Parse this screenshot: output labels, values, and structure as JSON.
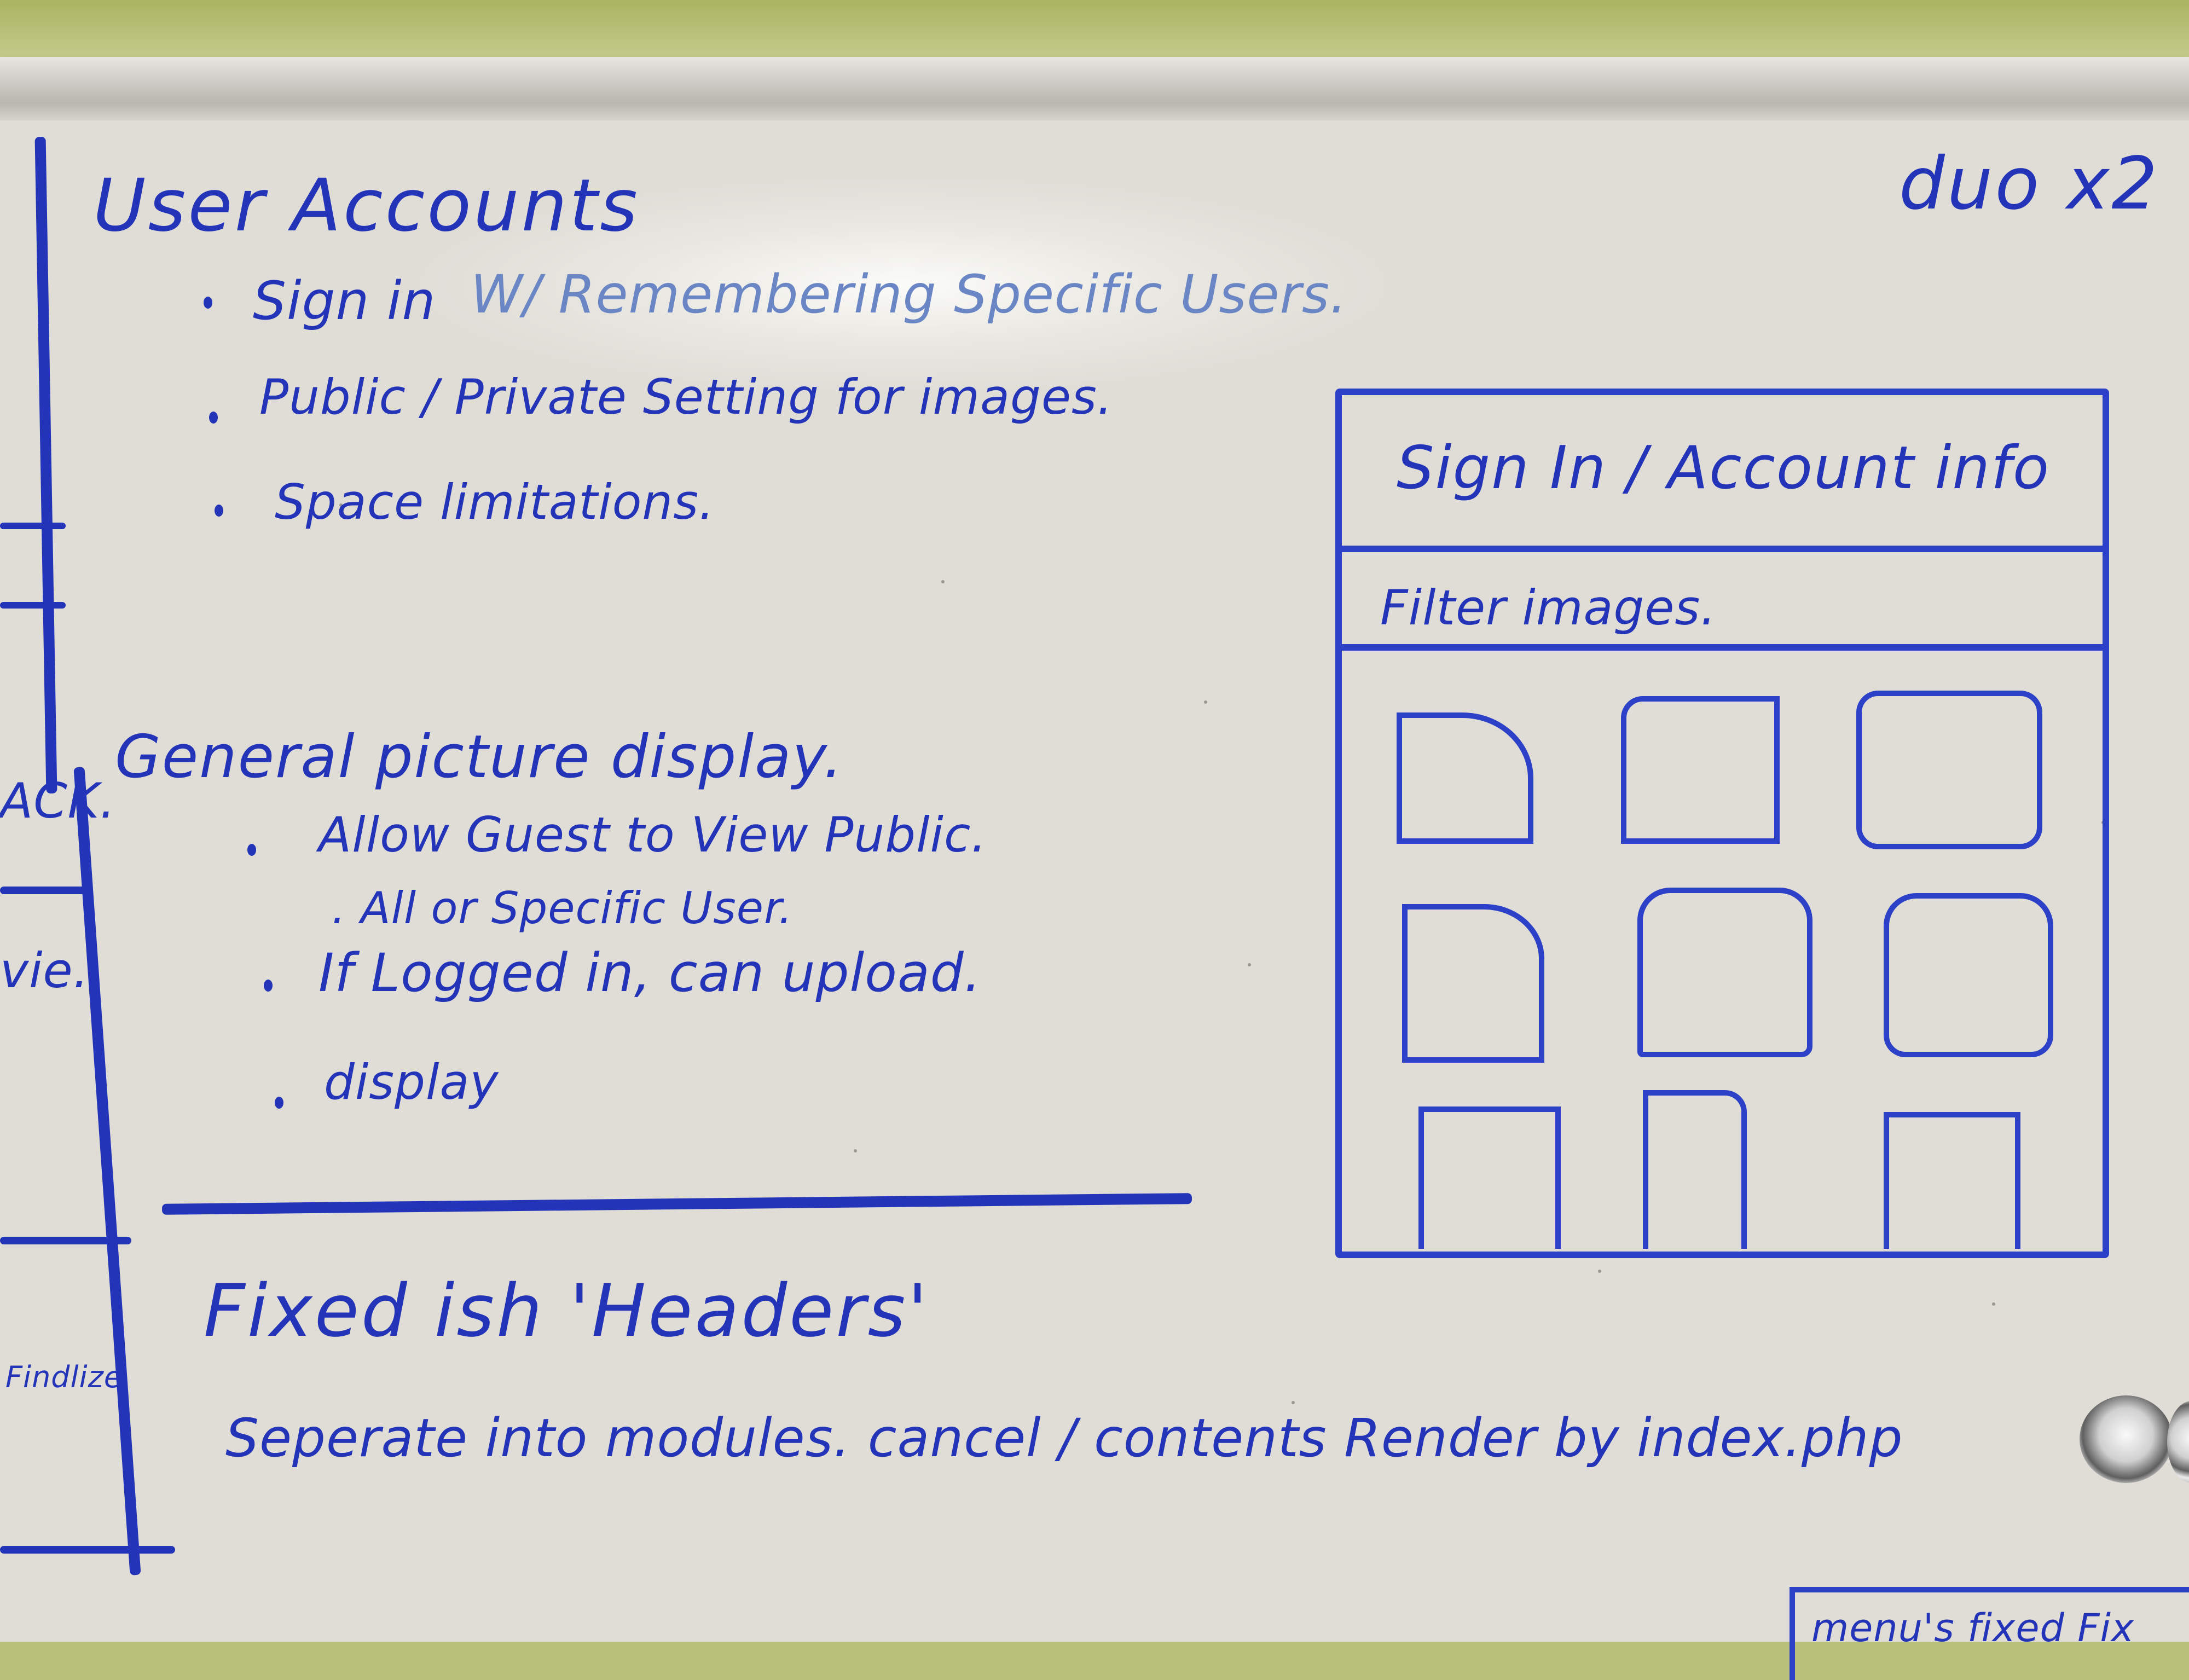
{
  "whiteboard": {
    "section_user_accounts": {
      "title": "User Accounts",
      "items": [
        {
          "first": "Sign in",
          "second": "W/ Remembering Specific Users."
        },
        {
          "first": "Public / Private Setting for images.",
          "second": ""
        },
        {
          "first": "Space limitations.",
          "second": ""
        }
      ]
    },
    "section_picture_display": {
      "title": "General picture display.",
      "items": [
        "Allow Guest to View Public.",
        ". All or Specific User.",
        "If Logged in, can upload.",
        "display"
      ]
    },
    "section_headers": {
      "title": "Fixed ish 'Headers'",
      "note": "Seperate into modules. cancel / contents Render by index.php"
    },
    "corner_note": "duo x2",
    "mockup": {
      "header": "Sign In / Account info",
      "filter": "Filter images."
    },
    "left_edge_fragments": [
      "ACK.",
      "vie.",
      "Findlize"
    ],
    "bottom_right_fragment": "menu's fixed Fix"
  }
}
